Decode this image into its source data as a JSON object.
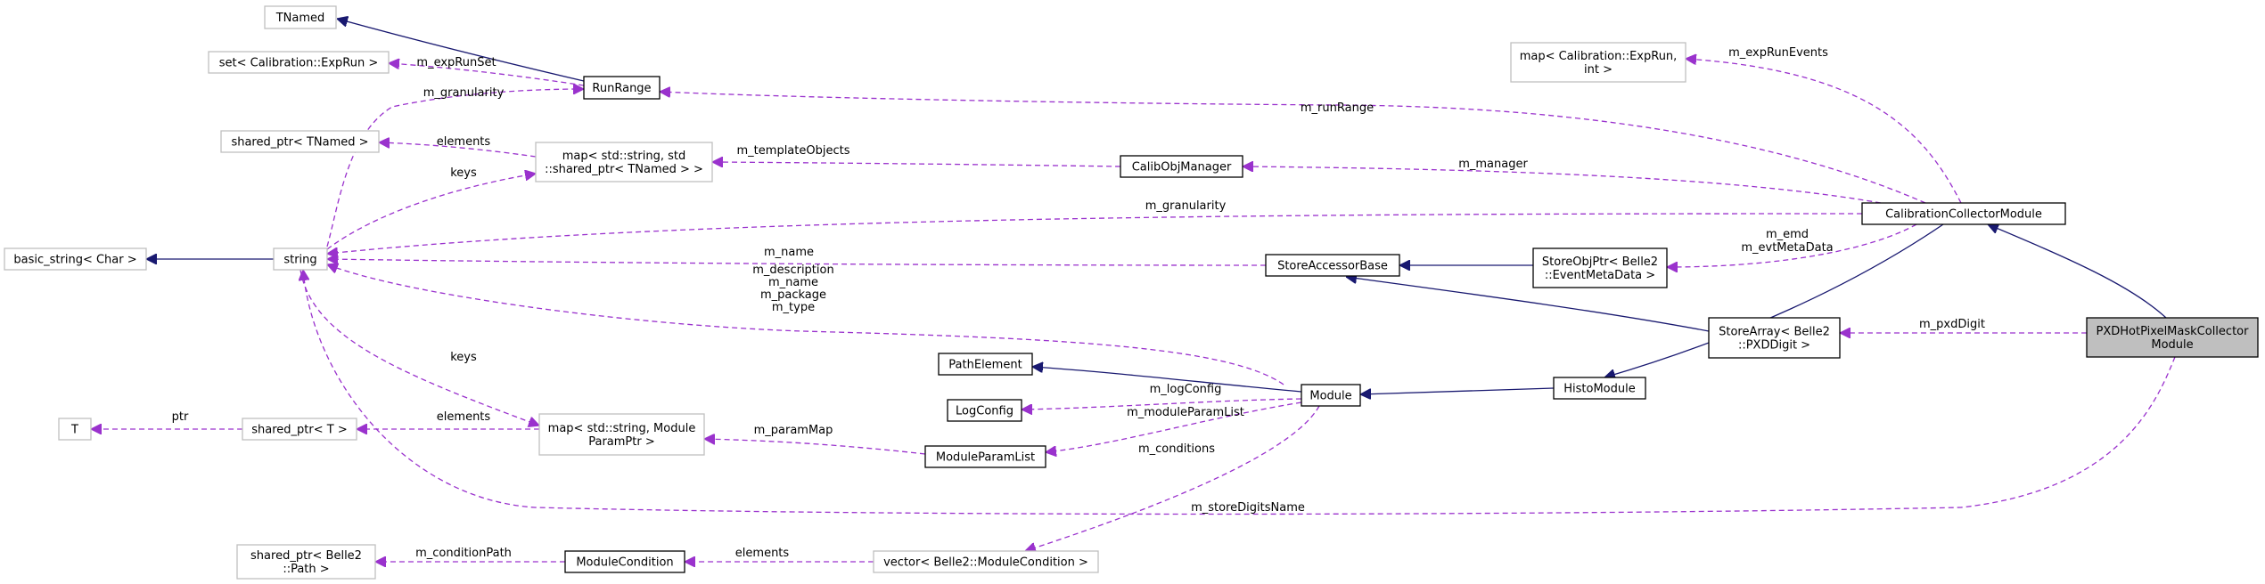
{
  "colors": {
    "inheritance": "#191970",
    "usage": "#9a32cd",
    "box_primary": "#000000",
    "box_secondary": "#bfbfbf",
    "focus_fill": "#bfbfbf"
  },
  "nodes": [
    {
      "id": "tnamed",
      "lines": [
        "TNamed"
      ],
      "style": "secondary"
    },
    {
      "id": "set_exprun",
      "lines": [
        "set< Calibration::ExpRun >"
      ],
      "style": "secondary"
    },
    {
      "id": "runrange",
      "lines": [
        "RunRange"
      ],
      "style": "primary"
    },
    {
      "id": "shared_tnamed",
      "lines": [
        "shared_ptr< TNamed >"
      ],
      "style": "secondary"
    },
    {
      "id": "map_template",
      "lines": [
        "map< std::string, std",
        "::shared_ptr< TNamed > >"
      ],
      "style": "secondary"
    },
    {
      "id": "calibobj",
      "lines": [
        "CalibObjManager"
      ],
      "style": "primary"
    },
    {
      "id": "basic_string",
      "lines": [
        "basic_string< Char >"
      ],
      "style": "secondary"
    },
    {
      "id": "string",
      "lines": [
        "string"
      ],
      "style": "secondary"
    },
    {
      "id": "storeaccessor",
      "lines": [
        "StoreAccessorBase"
      ],
      "style": "primary"
    },
    {
      "id": "storeobjptr",
      "lines": [
        "StoreObjPtr< Belle2",
        "::EventMetaData >"
      ],
      "style": "primary"
    },
    {
      "id": "map_exprun",
      "lines": [
        "map< Calibration::ExpRun,",
        "int >"
      ],
      "style": "secondary"
    },
    {
      "id": "calibcollector",
      "lines": [
        "CalibrationCollectorModule"
      ],
      "style": "primary"
    },
    {
      "id": "pathelement",
      "lines": [
        "PathElement"
      ],
      "style": "primary"
    },
    {
      "id": "logconfig",
      "lines": [
        "LogConfig"
      ],
      "style": "primary"
    },
    {
      "id": "module",
      "lines": [
        "Module"
      ],
      "style": "primary"
    },
    {
      "id": "histomodule",
      "lines": [
        "HistoModule"
      ],
      "style": "primary"
    },
    {
      "id": "storearray",
      "lines": [
        "StoreArray< Belle2",
        "::PXDDigit >"
      ],
      "style": "primary"
    },
    {
      "id": "pxdhot",
      "lines": [
        "PXDHotPixelMaskCollector",
        "Module"
      ],
      "style": "focus"
    },
    {
      "id": "t",
      "lines": [
        "T"
      ],
      "style": "secondary"
    },
    {
      "id": "shared_t",
      "lines": [
        "shared_ptr< T >"
      ],
      "style": "secondary"
    },
    {
      "id": "map_param",
      "lines": [
        "map< std::string, Module",
        "ParamPtr >"
      ],
      "style": "secondary"
    },
    {
      "id": "moduleparamlist",
      "lines": [
        "ModuleParamList"
      ],
      "style": "primary"
    },
    {
      "id": "shared_path",
      "lines": [
        "shared_ptr< Belle2",
        "::Path >"
      ],
      "style": "secondary"
    },
    {
      "id": "modulecondition",
      "lines": [
        "ModuleCondition"
      ],
      "style": "primary"
    },
    {
      "id": "vector_cond",
      "lines": [
        "vector< Belle2::ModuleCondition >"
      ],
      "style": "secondary"
    }
  ],
  "edges": [
    {
      "id": "e_runrange_tnamed",
      "from": "runrange",
      "to": "tnamed",
      "kind": "inheritance",
      "labels": []
    },
    {
      "id": "e_set_runrange",
      "from": "set_exprun",
      "to": "runrange",
      "kind": "usage",
      "labels": [
        "m_expRunSet"
      ]
    },
    {
      "id": "e_string_runrange",
      "from": "string",
      "to": "runrange",
      "kind": "usage",
      "labels": [
        "m_granularity"
      ]
    },
    {
      "id": "e_shared_map",
      "from": "shared_tnamed",
      "to": "map_template",
      "kind": "usage",
      "labels": [
        "elements"
      ]
    },
    {
      "id": "e_string_maptemplate",
      "from": "string",
      "to": "map_template",
      "kind": "usage",
      "labels": [
        "keys"
      ]
    },
    {
      "id": "e_map_calibobj",
      "from": "map_template",
      "to": "calibobj",
      "kind": "usage",
      "labels": [
        "m_templateObjects"
      ]
    },
    {
      "id": "e_string_basic",
      "from": "string",
      "to": "basic_string",
      "kind": "inheritance",
      "labels": []
    },
    {
      "id": "e_runrange_ccm",
      "from": "runrange",
      "to": "calibcollector",
      "kind": "usage",
      "labels": [
        "m_runRange"
      ]
    },
    {
      "id": "e_mapexprun_ccm",
      "from": "map_exprun",
      "to": "calibcollector",
      "kind": "usage",
      "labels": [
        "m_expRunEvents"
      ]
    },
    {
      "id": "e_calibobj_ccm",
      "from": "calibobj",
      "to": "calibcollector",
      "kind": "usage",
      "labels": [
        "m_manager"
      ]
    },
    {
      "id": "e_string_ccm",
      "from": "string",
      "to": "calibcollector",
      "kind": "usage",
      "labels": [
        "m_granularity"
      ]
    },
    {
      "id": "e_storeobj_ccm",
      "from": "storeobjptr",
      "to": "calibcollector",
      "kind": "usage",
      "labels": [
        "m_emd",
        "m_evtMetaData"
      ]
    },
    {
      "id": "e_string_storeacc",
      "from": "string",
      "to": "storeaccessor",
      "kind": "usage",
      "labels": [
        "m_name"
      ]
    },
    {
      "id": "e_storeobj_storeacc",
      "from": "storeobjptr",
      "to": "storeaccessor",
      "kind": "inheritance",
      "labels": []
    },
    {
      "id": "e_storearray_storeacc",
      "from": "storearray",
      "to": "storeaccessor",
      "kind": "inheritance",
      "labels": []
    },
    {
      "id": "e_string_module",
      "from": "string",
      "to": "module",
      "kind": "usage",
      "labels": [
        "m_description",
        "m_name",
        "m_package",
        "m_type"
      ]
    },
    {
      "id": "e_module_pathelement",
      "from": "module",
      "to": "pathelement",
      "kind": "inheritance",
      "labels": []
    },
    {
      "id": "e_logconfig_module",
      "from": "logconfig",
      "to": "module",
      "kind": "usage",
      "labels": [
        "m_logConfig"
      ]
    },
    {
      "id": "e_histo_module",
      "from": "histomodule",
      "to": "module",
      "kind": "inheritance",
      "labels": []
    },
    {
      "id": "e_ccm_histo",
      "from": "calibcollector",
      "to": "histomodule",
      "kind": "inheritance",
      "labels": []
    },
    {
      "id": "e_pxd_ccm",
      "from": "pxdhot",
      "to": "calibcollector",
      "kind": "inheritance",
      "labels": []
    },
    {
      "id": "e_storearray_pxd",
      "from": "storearray",
      "to": "pxdhot",
      "kind": "usage",
      "labels": [
        "m_pxdDigit"
      ]
    },
    {
      "id": "e_string_mapparam",
      "from": "string",
      "to": "map_param",
      "kind": "usage",
      "labels": [
        "keys"
      ]
    },
    {
      "id": "e_t_sharedt",
      "from": "t",
      "to": "shared_t",
      "kind": "usage",
      "labels": [
        "ptr"
      ]
    },
    {
      "id": "e_sharedt_mapparam",
      "from": "shared_t",
      "to": "map_param",
      "kind": "usage",
      "labels": [
        "elements"
      ]
    },
    {
      "id": "e_mapparam_mpl",
      "from": "map_param",
      "to": "moduleparamlist",
      "kind": "usage",
      "labels": [
        "m_paramMap"
      ]
    },
    {
      "id": "e_mpl_module",
      "from": "moduleparamlist",
      "to": "module",
      "kind": "usage",
      "labels": [
        "m_moduleParamList"
      ]
    },
    {
      "id": "e_vector_module",
      "from": "vector_cond",
      "to": "module",
      "kind": "usage",
      "labels": [
        "m_conditions"
      ]
    },
    {
      "id": "e_string_pxd",
      "from": "string",
      "to": "pxdhot",
      "kind": "usage",
      "labels": [
        "m_storeDigitsName"
      ]
    },
    {
      "id": "e_sharedpath_modcond",
      "from": "shared_path",
      "to": "modulecondition",
      "kind": "usage",
      "labels": [
        "m_conditionPath"
      ]
    },
    {
      "id": "e_modcond_vector",
      "from": "modulecondition",
      "to": "vector_cond",
      "kind": "usage",
      "labels": [
        "elements"
      ]
    }
  ]
}
